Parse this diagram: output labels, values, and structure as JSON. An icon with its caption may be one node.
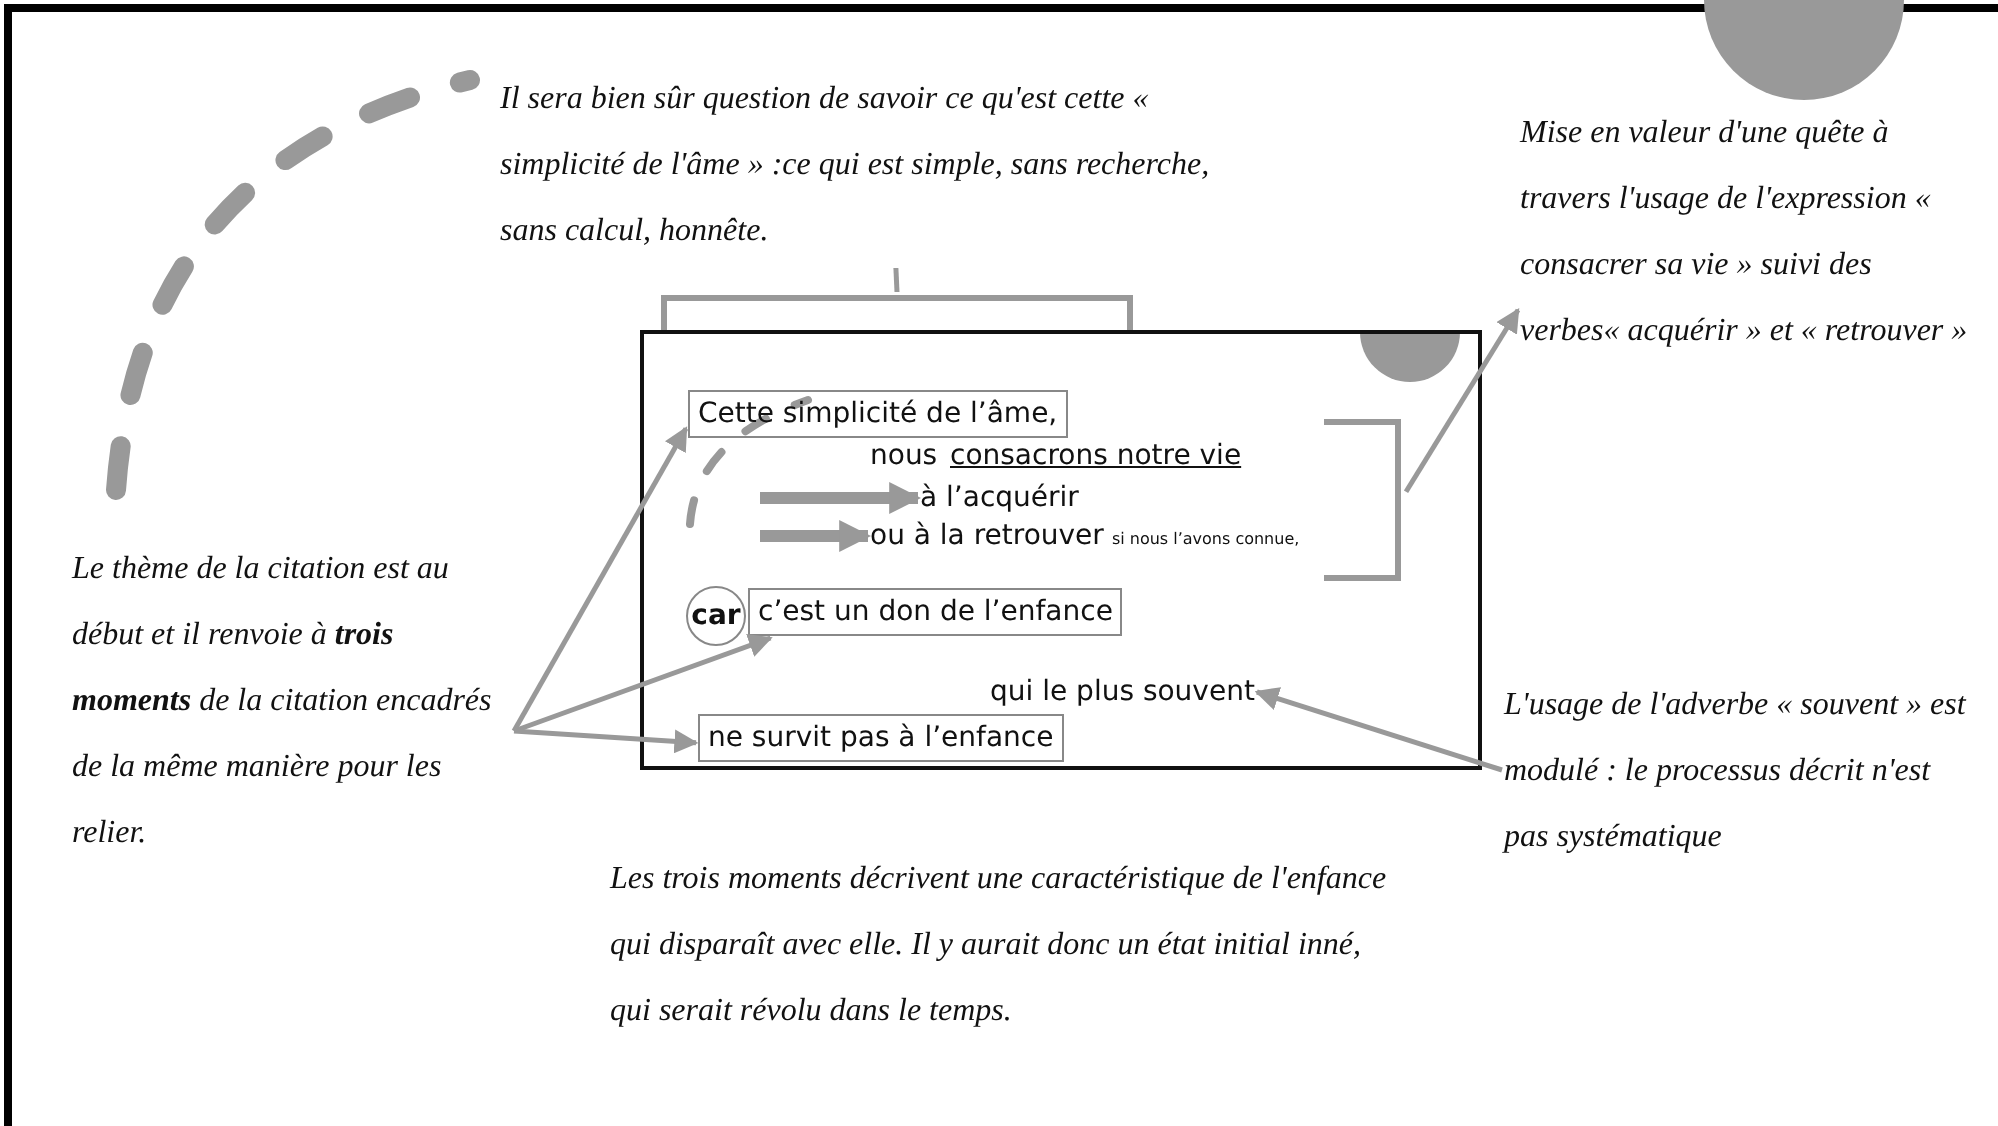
{
  "diagram": {
    "nodes": [
      {
        "text": [
          "Il sera bien sûr question de savoir ce qu'est cette « simplicité de l'âme » :ce qui est simple, sans recherche, sans calcul, honnête."
        ]
      },
      {
        "text": [],
        "shape": "bracket"
      },
      {
        "text": [
          "Mise en valeur d'une quête à travers l'usage de l'expression « consacrer sa vie » suivi des verbes« acquérir » et « retrouver »"
        ]
      },
      {
        "text": [],
        "shape": "box"
      },
      {
        "text": [
          "Cette simplicité de l’âme,"
        ],
        "in": 3
      },
      {
        "text": [
          "à l’acquérir"
        ],
        "in": 3
      },
      {
        "text": [
          "ou  à la retrouver",
          "si nous l’avons connue,"
        ],
        "in": 3
      },
      {
        "text": [],
        "shape": "bracket",
        "in": 3
      },
      {
        "text": [
          "Le thème de la citation est au début et il renvoie à **trois moments** de la citation encadrés de la même manière pour les relier."
        ]
      },
      {
        "text": [
          "car"
        ],
        "in": 3
      },
      {
        "text": [
          "c’est un don de l’enfance"
        ],
        "in": 3
      },
      {
        "text": [
          "L'usage de l'adverbe « souvent » est modulé : le processus décrit n'est pas systématique"
        ]
      },
      {
        "text": [
          "qui le plus souvent"
        ],
        "in": 3
      },
      {
        "text": [
          "ne survit pas à l’enfance"
        ],
        "in": 3
      },
      {
        "text": [
          "Les trois moments décrivent une caractéristique de l'enfance qui disparaît avec elle. Il y aurait donc un état initial inné, qui serait révolu dans le temps."
        ]
      }
    ],
    "edges": [
      {
        "from": 1,
        "to": 0,
        "arrow": "none"
      },
      {
        "from": 7,
        "to": 2,
        "arrow": "to"
      },
      {
        "from": null,
        "to": 5,
        "arrow": "to",
        "style": "thick"
      },
      {
        "from": null,
        "to": 6,
        "arrow": "to",
        "style": "thick"
      },
      {
        "from": 8,
        "to": 4,
        "arrow": "to"
      },
      {
        "from": 8,
        "to": 10,
        "arrow": "to"
      },
      {
        "from": 8,
        "to": 13,
        "arrow": "to"
      },
      {
        "from": 11,
        "to": 12,
        "arrow": "to"
      }
    ],
    "labels": [
      "nous",
      "consacrons notre vie"
    ]
  }
}
